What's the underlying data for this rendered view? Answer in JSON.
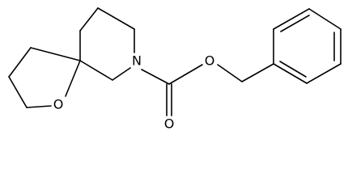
{
  "molecule": {
    "atoms": {
      "nitrogen": "N",
      "ether_oxygen": "O",
      "ester_oxygen": "O",
      "carbonyl_oxygen": "O"
    }
  }
}
